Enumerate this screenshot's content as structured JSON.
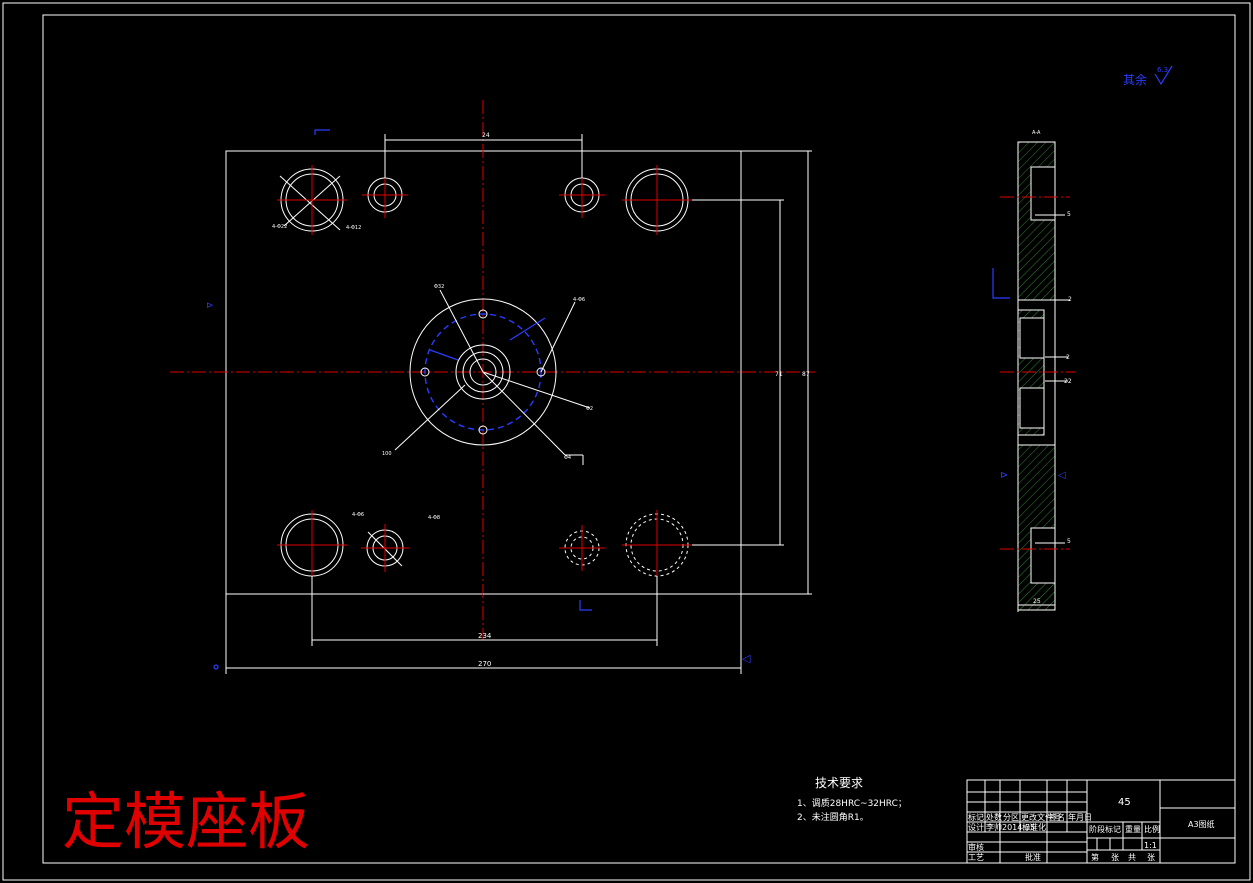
{
  "title_text": "定模座板",
  "tech_requirements": {
    "heading": "技术要求",
    "items": [
      "1、调质28HRC~32HRC；",
      "2、未注圆角R1。"
    ]
  },
  "surface_note": {
    "label": "其余",
    "value": "6.3"
  },
  "dimensions": {
    "top_spacing": "24",
    "bottom_spacing": "234",
    "overall_width": "270",
    "height_inner": "71",
    "height_outer": "87",
    "side_thickness": "25",
    "side_dim_1": "5",
    "side_dim_2": "5",
    "side_dim_3": "2",
    "side_dim_4": "2",
    "side_dim_5": "22",
    "hole_1": "4-Φ22",
    "hole_2": "4-Φ12",
    "hole_3": "4-Φ6",
    "hole_4": "4-Φ8",
    "center_1": "Φ32",
    "center_2": "4-Φ6",
    "center_3": "Φ2",
    "center_4": "100",
    "center_5": "Φ4"
  },
  "title_block": {
    "material": "45",
    "drawing_no": "A3图纸",
    "scale": "1:1",
    "date": "2014.05",
    "row_labels": [
      "标记",
      "处数",
      "分区",
      "更改文件号",
      "签名",
      "年月日"
    ],
    "design": "设计",
    "designer": "李帅",
    "standardize": "标准化",
    "review": "审核",
    "process": "工艺",
    "approve": "批准",
    "stage_mark": "阶段标记",
    "weight": "重量",
    "ratio": "比例",
    "sheets": [
      "共",
      "张",
      "第",
      "张"
    ]
  }
}
